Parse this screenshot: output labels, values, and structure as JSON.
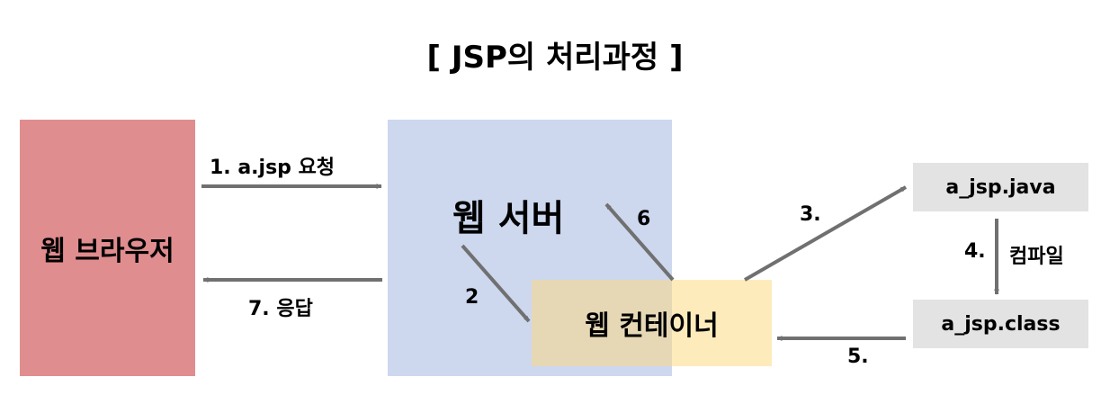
{
  "title": "[ JSP의 처리과정 ]",
  "nodes": {
    "browser": "웹 브라우저",
    "server": "웹 서버",
    "container": "웹 컨테이너",
    "java_file": "a_jsp.java",
    "class_file": "a_jsp.class"
  },
  "steps": {
    "request": "1. a.jsp 요청",
    "to_container": "2",
    "translate": "3.",
    "compile_num": "4.",
    "compile": "컴파일",
    "load": "5.",
    "back_to_server": "6",
    "response": "7. 응답"
  },
  "colors": {
    "browser": "#e08d8f",
    "server": "#cdd8ef",
    "container": "#fdebbb",
    "file": "#e3e3e3",
    "arrow": "#707070"
  }
}
